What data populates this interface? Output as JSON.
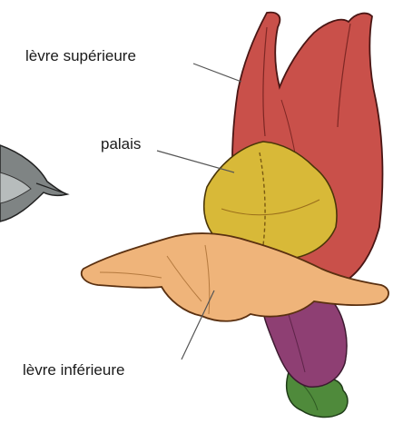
{
  "labels": {
    "upper_lip": "lèvre supérieure",
    "palate": "palais",
    "lower_lip": "lèvre inférieure"
  },
  "colors": {
    "upper_petals": "#c9504a",
    "upper_petals_dark": "#9e2f2c",
    "palate": "#d8b938",
    "palate_dark": "#b07c23",
    "lower_lip": "#efb47a",
    "lower_lip_dark": "#c7884e",
    "tube": "#8e3f73",
    "sepals": "#4f8a3b",
    "leader_lines": "#555555",
    "side_bud": "#7f8484"
  },
  "icons": {
    "flower": "snapdragon-flower-illustration",
    "side": "side-view-flower-fragment"
  }
}
